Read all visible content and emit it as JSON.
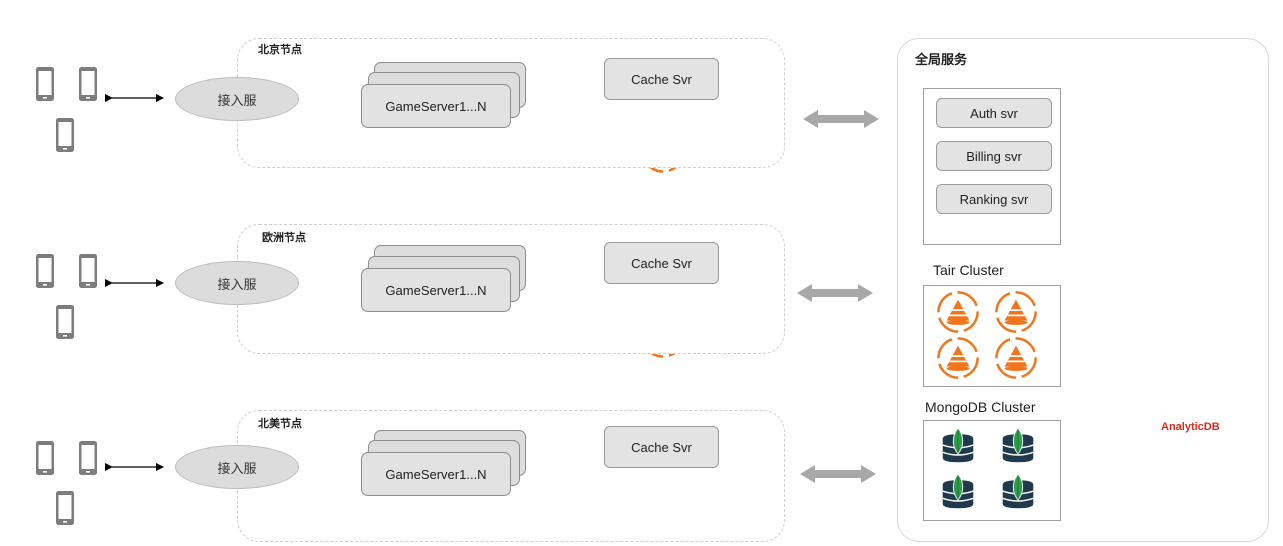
{
  "nodes": [
    {
      "label": "北京节点",
      "access": "接入服",
      "game_server": "GameServer1...N",
      "cache": "Cache Svr"
    },
    {
      "label": "欧洲节点",
      "access": "接入服",
      "game_server": "GameServer1...N",
      "cache": "Cache Svr"
    },
    {
      "label": "北美节点",
      "access": "接入服",
      "game_server": "GameServer1...N",
      "cache": "Cache Svr"
    }
  ],
  "global": {
    "title": "全局服务",
    "services": [
      "Auth svr",
      "Billing svr",
      "Ranking svr"
    ],
    "tair_cluster": "Tair Cluster",
    "mongodb_cluster": "MongoDB Cluster",
    "analyticdb": "AnalyticDB"
  },
  "colors": {
    "orange": "#f0761e",
    "arrow_gray": "#a8a8a8",
    "device_gray": "#7d7d7d",
    "analyticdb_red": "#d72b1c"
  },
  "icons": [
    "phone-icon",
    "redis-icon",
    "bear-icon",
    "mongodb-icon",
    "analyticdb-icon"
  ]
}
